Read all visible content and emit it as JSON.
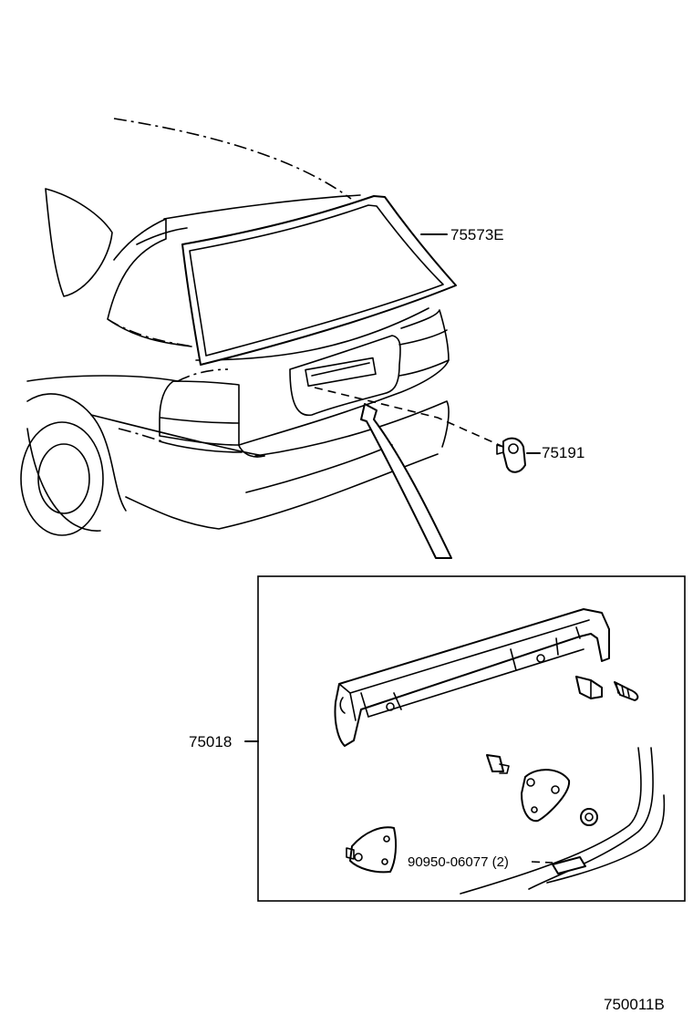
{
  "callouts": {
    "back_window_glass": "75573E",
    "clip": "75191",
    "garnish_assembly": "75018",
    "nut": "90950-06077 (2)"
  },
  "figure_code": "750011B"
}
